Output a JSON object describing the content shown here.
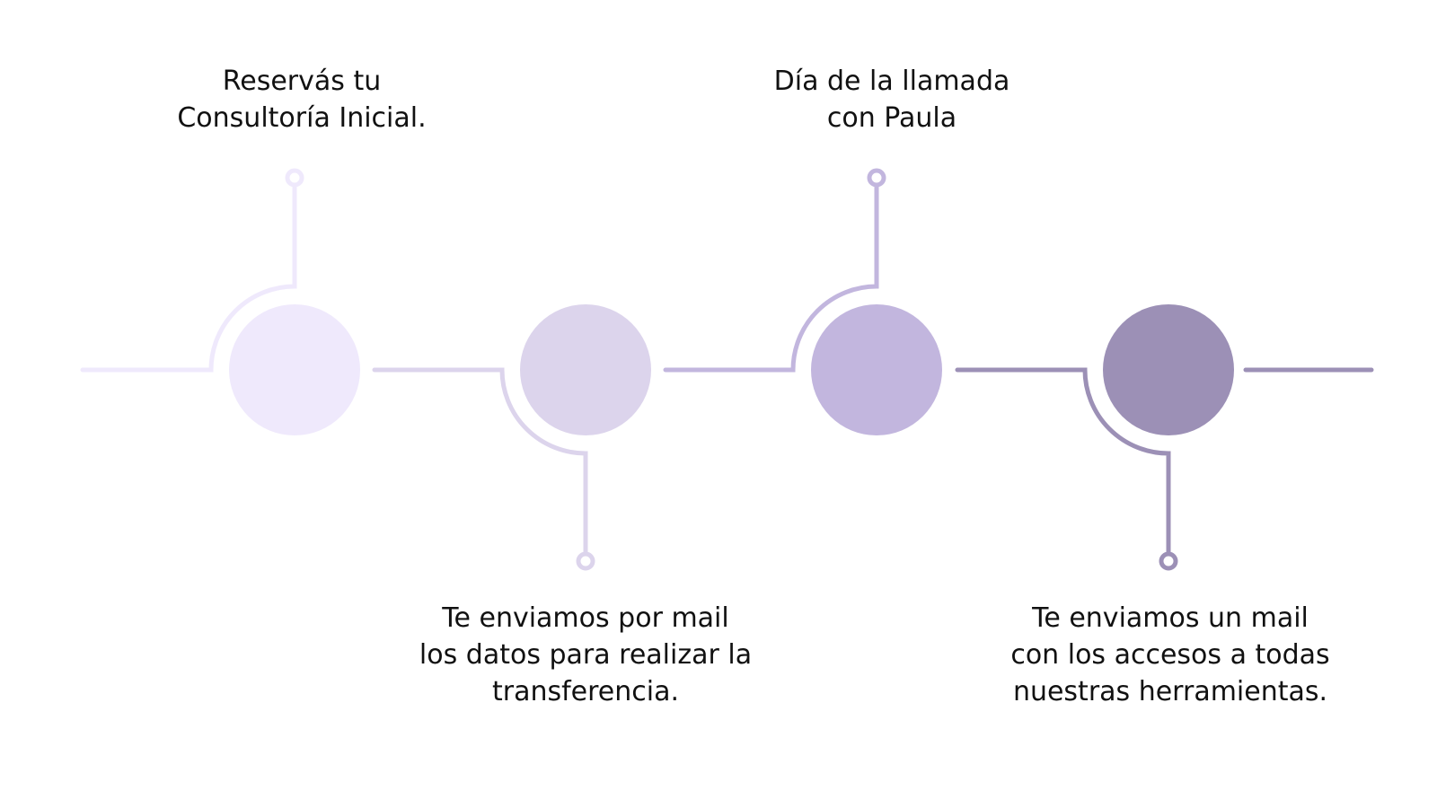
{
  "steps": [
    {
      "lines": [
        "Reservás tu",
        "Consultoría Inicial."
      ],
      "color": "#efe9fc",
      "position": "top"
    },
    {
      "lines": [
        "Te enviamos por mail",
        "los datos para realizar la",
        "transferencia."
      ],
      "color": "#dcd4ec",
      "position": "bottom"
    },
    {
      "lines": [
        "Día de la llamada",
        "con Paula"
      ],
      "color": "#c2b6de",
      "position": "top"
    },
    {
      "lines": [
        "Te enviamos un mail",
        "con los accesos a todas",
        "nuestras herramientas."
      ],
      "color": "#9c90b6",
      "position": "bottom"
    }
  ],
  "text_color": "#111111"
}
